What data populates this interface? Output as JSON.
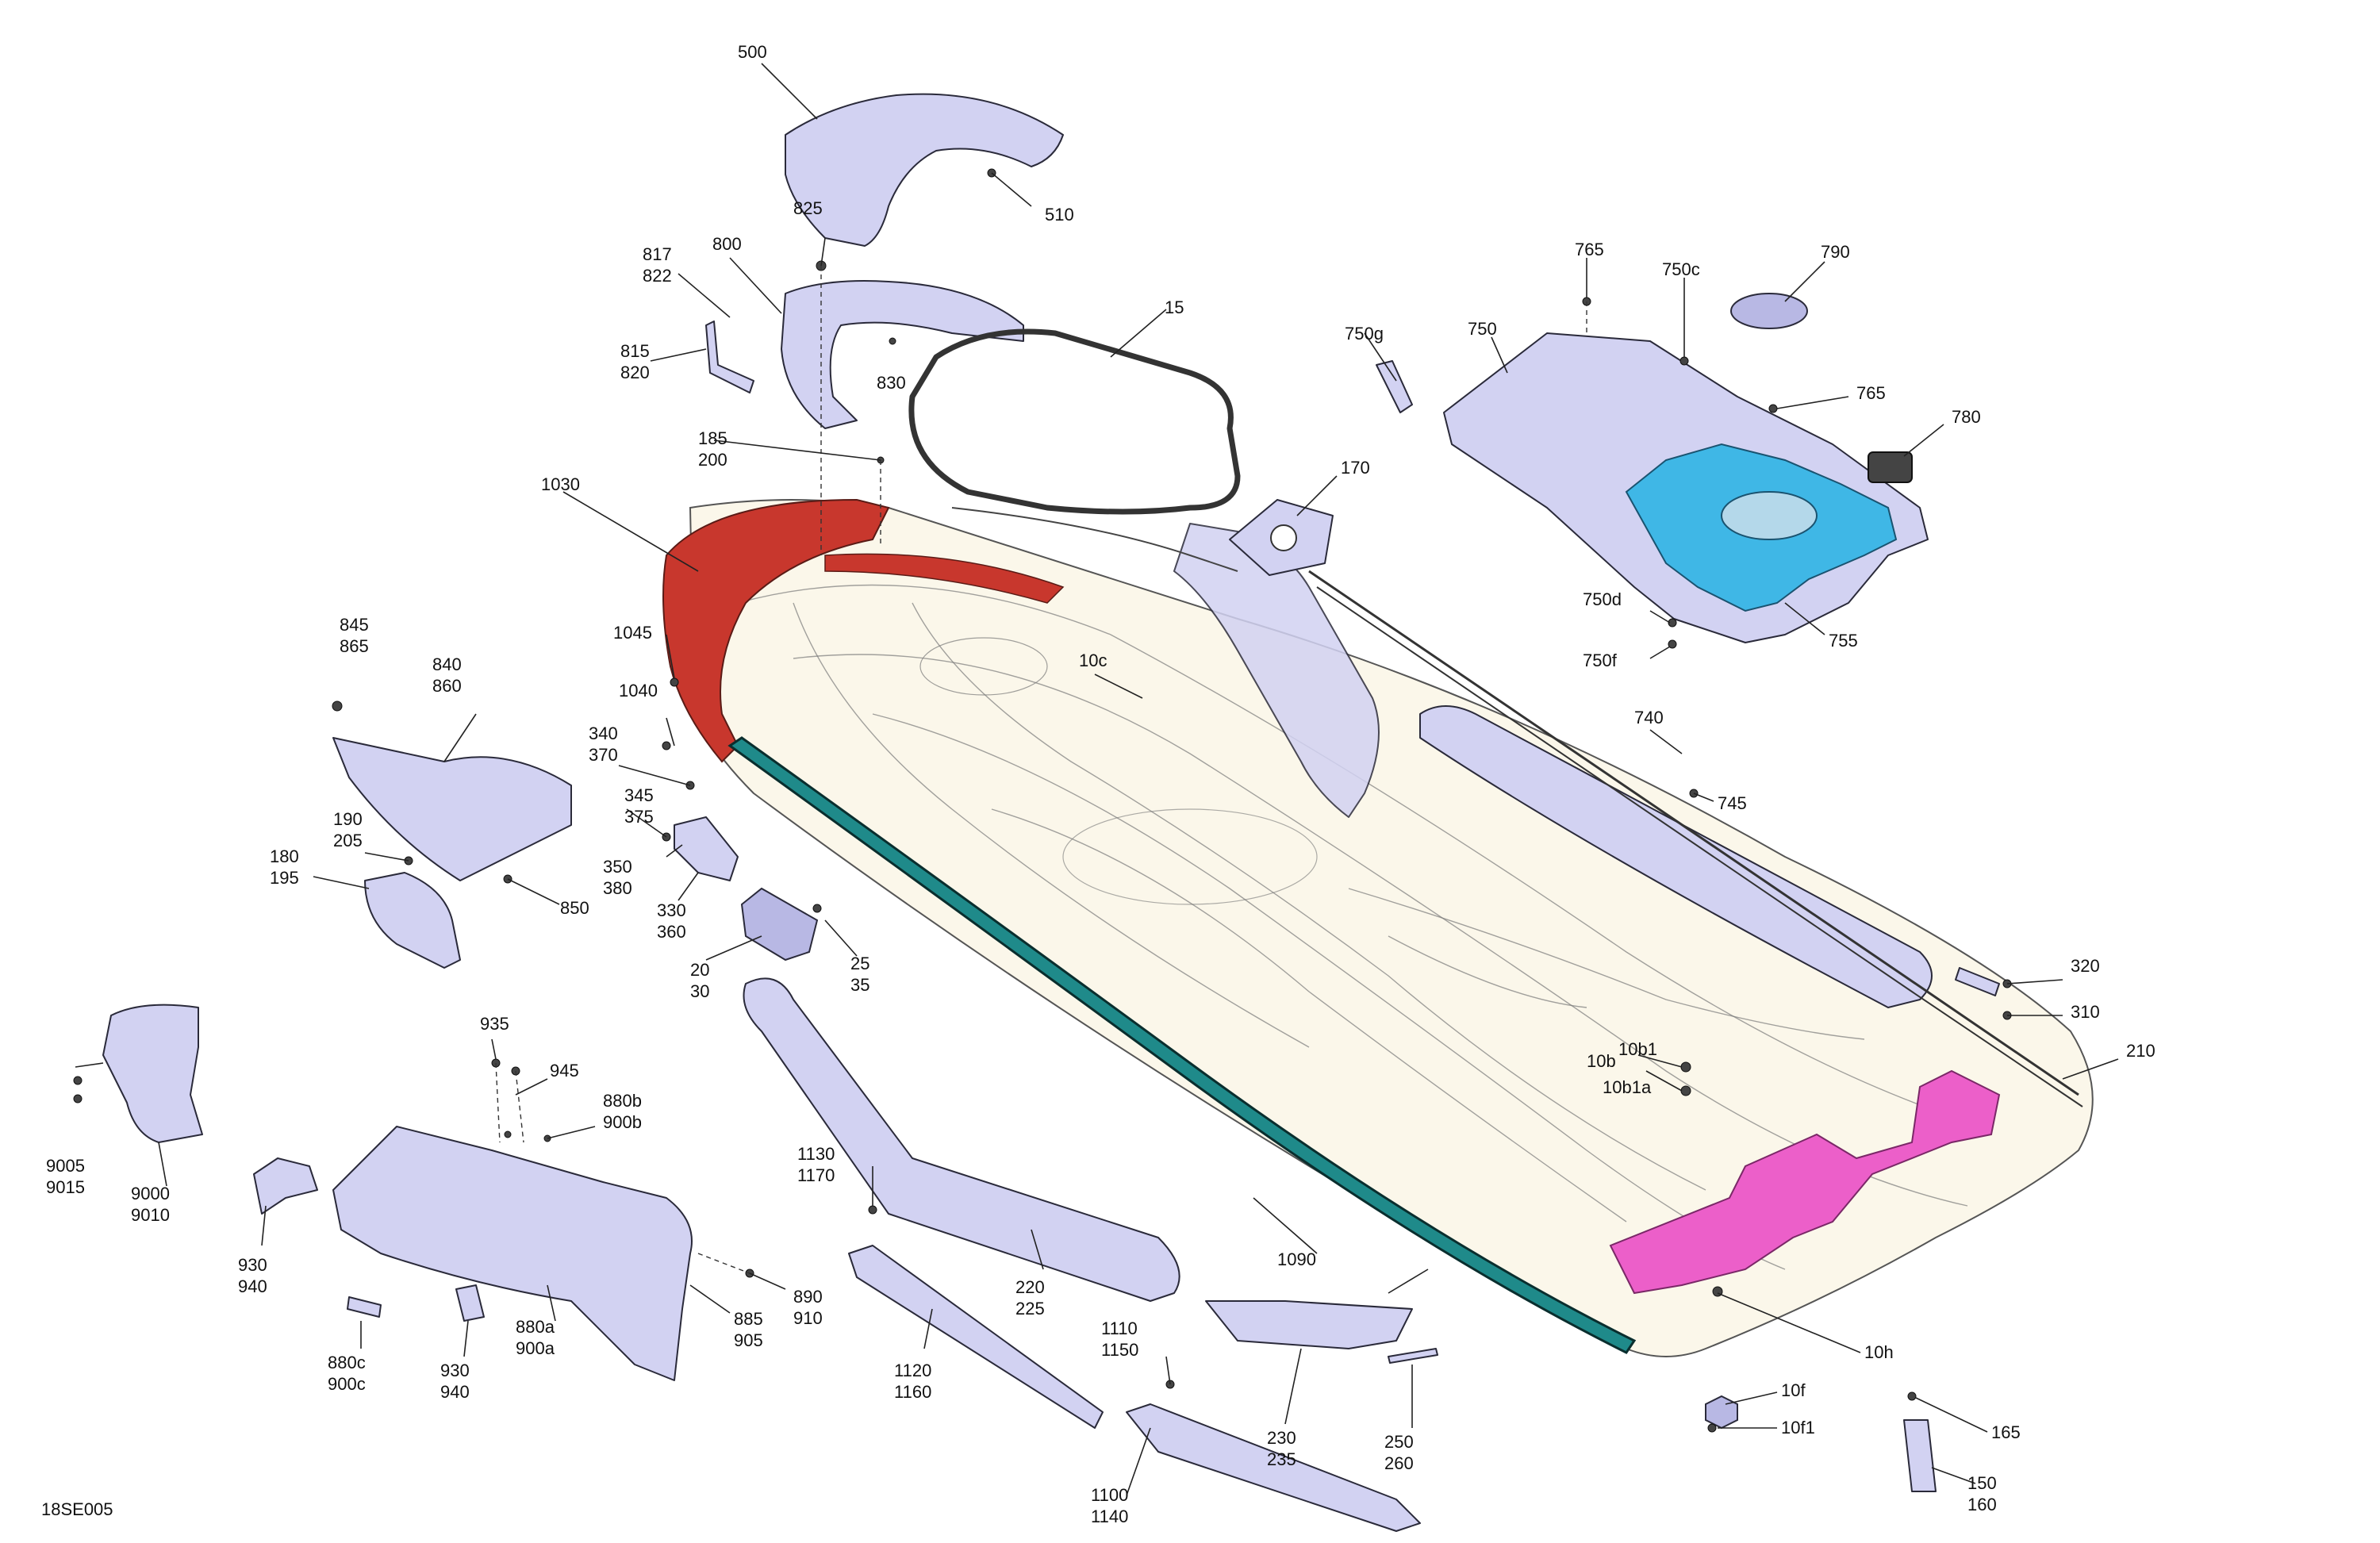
{
  "diagram": {
    "code": "18SE005",
    "colors": {
      "part_fill": "#d2d2f2",
      "hull_fill": "#fbf7ea",
      "red_part": "#c8372d",
      "teal_strip": "#1f8a8a",
      "blue_panel": "#3fb7e6",
      "pink_panel": "#ec5fc9"
    },
    "labels": {
      "l500": "500",
      "l510": "510",
      "l825": "825",
      "l817": "817",
      "l822": "822",
      "l800": "800",
      "l815": "815",
      "l820": "820",
      "l830": "830",
      "l15": "15",
      "l185": "185",
      "l200": "200",
      "l170": "170",
      "l1030": "1030",
      "l765a": "765",
      "l750c": "750c",
      "l790": "790",
      "l750g": "750g",
      "l750": "750",
      "l765b": "765",
      "l780": "780",
      "l750d": "750d",
      "l750f": "750f",
      "l755": "755",
      "l845": "845",
      "l865": "865",
      "l840": "840",
      "l860": "860",
      "l1045": "1045",
      "l1040": "1040",
      "l10c": "10c",
      "l340": "340",
      "l370": "370",
      "l345": "345",
      "l375": "375",
      "l740": "740",
      "l745": "745",
      "l190": "190",
      "l205": "205",
      "l180": "180",
      "l195": "195",
      "l350": "350",
      "l380": "380",
      "l850": "850",
      "l330": "330",
      "l360": "360",
      "l20": "20",
      "l30": "30",
      "l25": "25",
      "l35": "35",
      "l320": "320",
      "l310": "310",
      "l210": "210",
      "l10b1": "10b1",
      "l10b": "10b",
      "l10b1a": "10b1a",
      "l935": "935",
      "l945": "945",
      "l880b": "880b",
      "l900b": "900b",
      "l9005": "9005",
      "l9015": "9015",
      "l9000": "9000",
      "l9010": "9010",
      "l1130": "1130",
      "l1170": "1170",
      "l930a": "930",
      "l940a": "940",
      "l220": "220",
      "l225": "225",
      "l1090": "1090",
      "l890": "890",
      "l910": "910",
      "l885": "885",
      "l905": "905",
      "l880a": "880a",
      "l900a": "900a",
      "l930b": "930",
      "l940b": "940",
      "l880c": "880c",
      "l900c": "900c",
      "l1110": "1110",
      "l1150": "1150",
      "l1120": "1120",
      "l1160": "1160",
      "l230": "230",
      "l235": "235",
      "l250": "250",
      "l260": "260",
      "l10h": "10h",
      "l10f": "10f",
      "l10f1": "10f1",
      "l165": "165",
      "l150": "150",
      "l160": "160",
      "l1100": "1100",
      "l1140": "1140"
    }
  }
}
